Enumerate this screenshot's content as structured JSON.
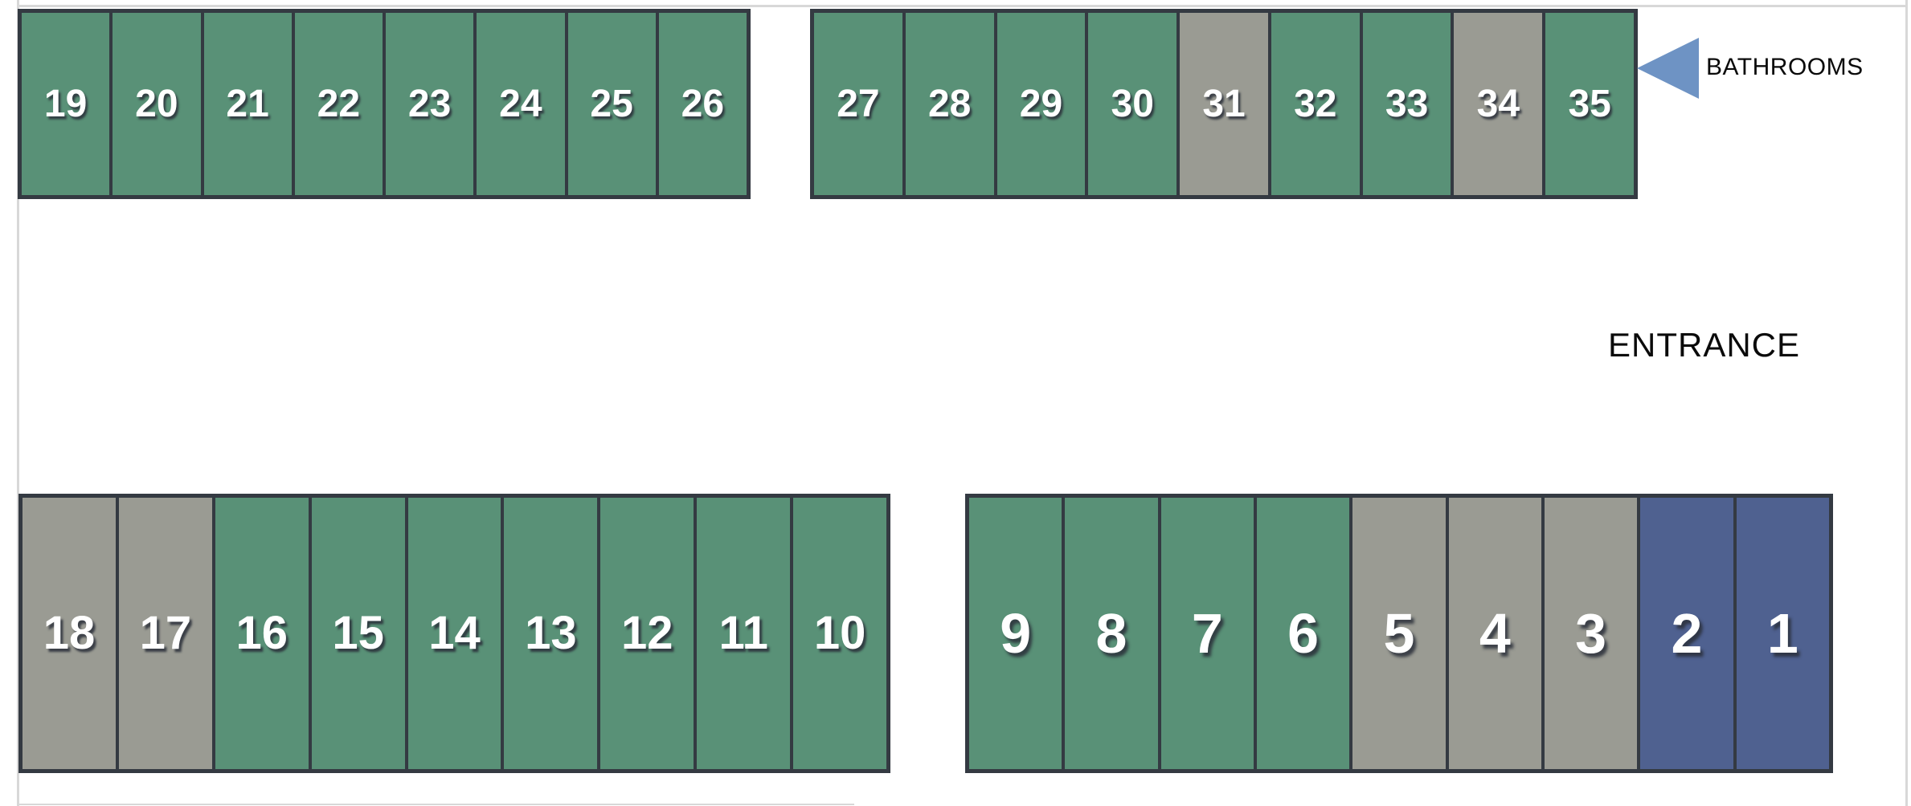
{
  "labels": {
    "bathrooms": "BATHROOMS",
    "entrance": "ENTRANCE"
  },
  "palette": {
    "stall_green": "#599177",
    "stall_gray": "#9a9b93",
    "stall_blue": "#4f6190",
    "stall_border": "#343a42",
    "arrow_blue": "#6e93c4",
    "page_edge_line": "#d8d8d8",
    "number_text": "#ffffff",
    "label_text": "#0a0a0a"
  },
  "rows": [
    {
      "name": "top-left",
      "stalls": [
        {
          "number": "19",
          "color": "green"
        },
        {
          "number": "20",
          "color": "green"
        },
        {
          "number": "21",
          "color": "green"
        },
        {
          "number": "22",
          "color": "green"
        },
        {
          "number": "23",
          "color": "green"
        },
        {
          "number": "24",
          "color": "green"
        },
        {
          "number": "25",
          "color": "green"
        },
        {
          "number": "26",
          "color": "green"
        }
      ]
    },
    {
      "name": "top-right",
      "stalls": [
        {
          "number": "27",
          "color": "green"
        },
        {
          "number": "28",
          "color": "green"
        },
        {
          "number": "29",
          "color": "green"
        },
        {
          "number": "30",
          "color": "green"
        },
        {
          "number": "31",
          "color": "gray"
        },
        {
          "number": "32",
          "color": "green"
        },
        {
          "number": "33",
          "color": "green"
        },
        {
          "number": "34",
          "color": "gray"
        },
        {
          "number": "35",
          "color": "green"
        }
      ]
    },
    {
      "name": "bottom-left",
      "stalls": [
        {
          "number": "18",
          "color": "gray"
        },
        {
          "number": "17",
          "color": "gray"
        },
        {
          "number": "16",
          "color": "green"
        },
        {
          "number": "15",
          "color": "green"
        },
        {
          "number": "14",
          "color": "green"
        },
        {
          "number": "13",
          "color": "green"
        },
        {
          "number": "12",
          "color": "green"
        },
        {
          "number": "11",
          "color": "green"
        },
        {
          "number": "10",
          "color": "green"
        }
      ]
    },
    {
      "name": "bottom-right",
      "stalls": [
        {
          "number": "9",
          "color": "green"
        },
        {
          "number": "8",
          "color": "green"
        },
        {
          "number": "7",
          "color": "green"
        },
        {
          "number": "6",
          "color": "green"
        },
        {
          "number": "5",
          "color": "gray"
        },
        {
          "number": "4",
          "color": "gray"
        },
        {
          "number": "3",
          "color": "gray"
        },
        {
          "number": "2",
          "color": "blue"
        },
        {
          "number": "1",
          "color": "blue"
        }
      ]
    }
  ]
}
